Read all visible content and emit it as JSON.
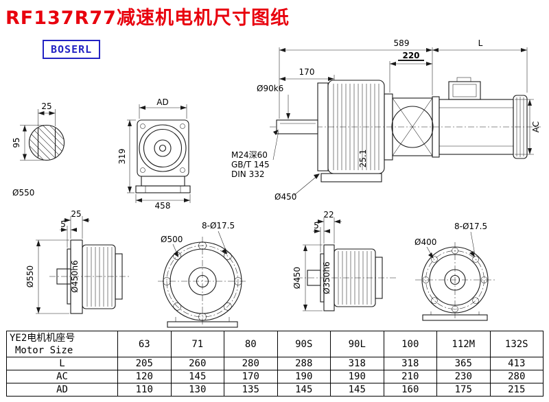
{
  "page": {
    "title": "RF137R77减速机电机尺寸图纸",
    "logo": "BOSERL"
  },
  "dims": {
    "shaft_section": {
      "key_width": "25",
      "shaft_dia": "95",
      "flange": "Ø550"
    },
    "front_small": {
      "ad": "AD",
      "height": "319",
      "width": "458"
    },
    "assembly": {
      "total_len": "589",
      "shaft_len": "170",
      "shaft_dia": "Ø90k6",
      "tap_hole": "M24深60",
      "std_gb": "GB/T 145",
      "std_din": "DIN 332",
      "flange_dia": "Ø450",
      "key_height": "25.1",
      "front_len": "220",
      "motor_len": "L",
      "motor_dia": "AC"
    },
    "flange_big_side": {
      "t1": "25",
      "t2": "5",
      "od": "Ø550",
      "spigot": "Ø450h6"
    },
    "flange_big_front": {
      "holes": "8-Ø17.5",
      "pcd": "Ø500"
    },
    "flange_small_side": {
      "t1": "22",
      "t2": "5",
      "od": "Ø450",
      "spigot": "Ø350h6"
    },
    "flange_small_front": {
      "holes": "8-Ø17.5",
      "pcd": "Ø400"
    }
  },
  "table": {
    "header_cn": "YE2电机机座号",
    "header_en": "Motor Size",
    "sizes": [
      "63",
      "71",
      "80",
      "90S",
      "90L",
      "100",
      "112M",
      "132S"
    ],
    "rows": [
      {
        "label": "L",
        "values": [
          "205",
          "260",
          "280",
          "288",
          "318",
          "318",
          "365",
          "413"
        ]
      },
      {
        "label": "AC",
        "values": [
          "120",
          "145",
          "170",
          "190",
          "190",
          "210",
          "230",
          "280"
        ]
      },
      {
        "label": "AD",
        "values": [
          "110",
          "130",
          "135",
          "145",
          "145",
          "160",
          "175",
          "215"
        ]
      }
    ]
  }
}
